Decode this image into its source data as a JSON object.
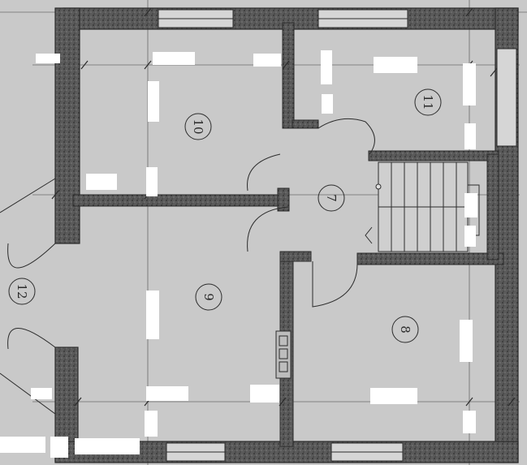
{
  "floor_plan": {
    "rooms": [
      {
        "id": "room-10",
        "number": "10"
      },
      {
        "id": "room-11",
        "number": "11"
      },
      {
        "id": "room-7",
        "number": "7"
      },
      {
        "id": "room-9",
        "number": "9"
      },
      {
        "id": "room-8",
        "number": "8"
      },
      {
        "id": "room-12",
        "number": "12"
      }
    ],
    "colors": {
      "paper": "#c9c9c9",
      "wall": "#555555",
      "wall_hatch": "#3a3a3a",
      "line": "#2c2c2c",
      "redaction": "#ffffff"
    }
  }
}
